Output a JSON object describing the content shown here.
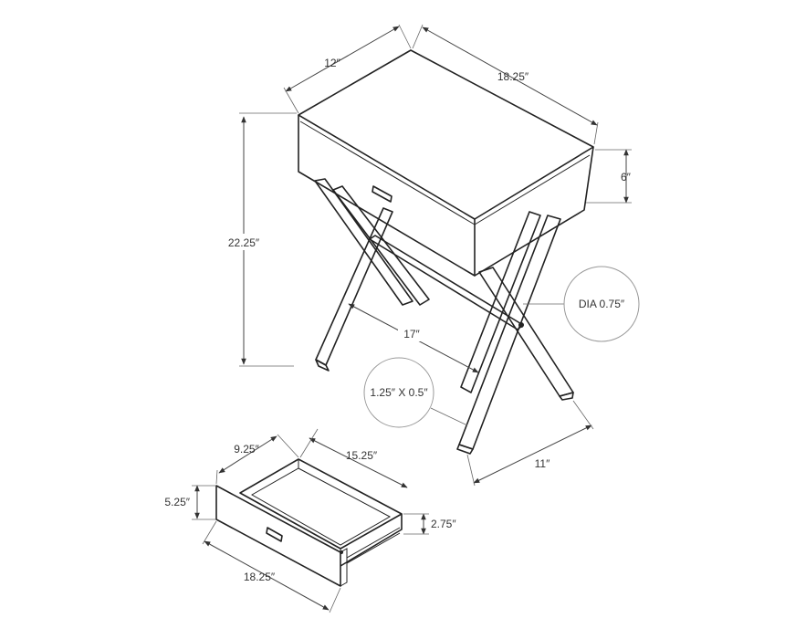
{
  "table": {
    "top_depth": "12″",
    "top_width": "18.25″",
    "drawer_height": "6″",
    "overall_height": "22.25″",
    "leg_spacing": "17″",
    "base_depth": "11″"
  },
  "callouts": {
    "leg_diameter": "DIA 0.75″",
    "leg_section": "1.25″ X 0.5″"
  },
  "drawer": {
    "depth": "9.25″",
    "inner_width": "15.25″",
    "front_height": "5.25″",
    "box_height": "2.75″",
    "front_width": "18.25″"
  },
  "colors": {
    "line": "#222222",
    "callout_circle": "#999999",
    "text": "#333333"
  }
}
